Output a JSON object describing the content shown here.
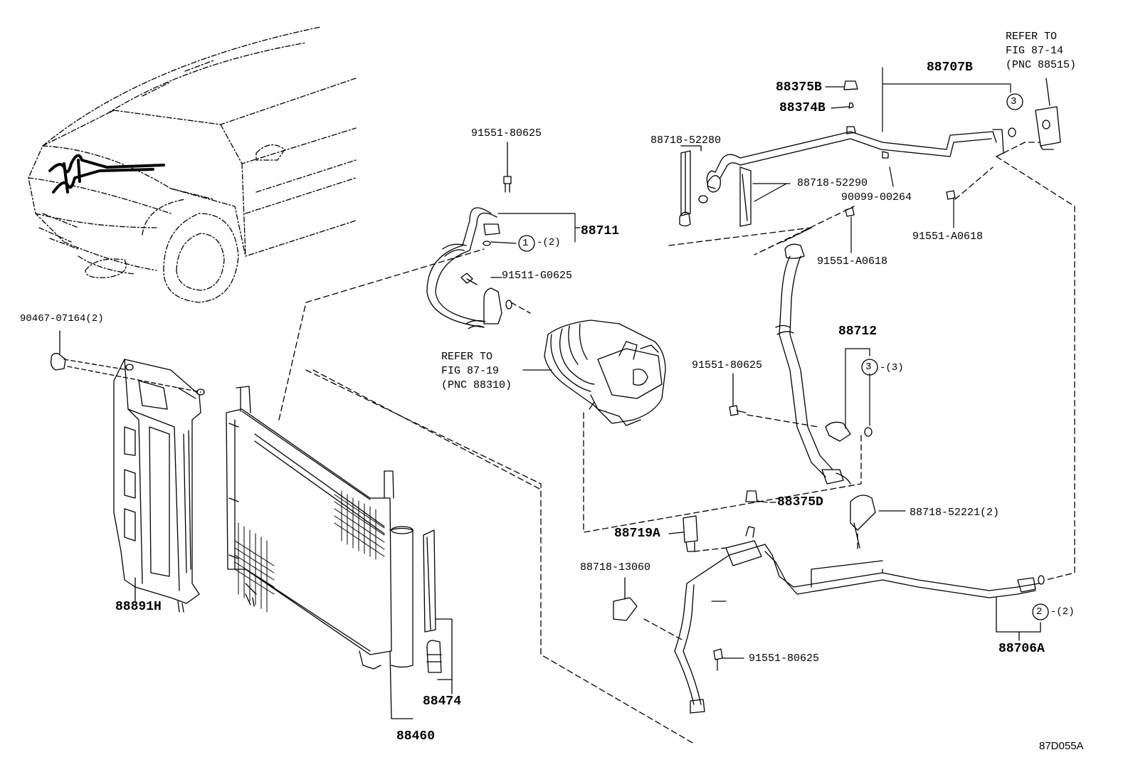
{
  "diagram": {
    "labels": {
      "p90467": "90467-07164(2)",
      "p88891H": "88891H",
      "p88460": "88460",
      "p88474": "88474",
      "p91551_top": "91551-80625",
      "p88711": "88711",
      "p88711_ref": "-(2)",
      "p91511": "91511-G0625",
      "refer1_l1": "REFER TO",
      "refer1_l2": "FIG 87-19",
      "refer1_l3": "(PNC 88310)",
      "p88375B": "88375B",
      "p88374B": "88374B",
      "p88707B": "88707B",
      "refer2_l1": "REFER TO",
      "refer2_l2": "FIG 87-14",
      "refer2_l3": "(PNC 88515)",
      "p88718_52280": "88718-52280",
      "p88718_52290": "88718-52290",
      "p90099": "90099-00264",
      "p91551_A0618_a": "91551-A0618",
      "p91551_A0618_b": "91551-A0618",
      "p88712": "88712",
      "p88712_ref": "-(3)",
      "p91551_mid": "91551-80625",
      "p88375D": "88375D",
      "p88719A": "88719A",
      "p88718_52221": "88718-52221(2)",
      "p88718_13060": "88718-13060",
      "p88706A": "88706A",
      "p88706A_ref": "-(2)",
      "p91551_bot": "91551-80625"
    },
    "circle_refs": {
      "c1": "1",
      "c2": "2",
      "c3a": "3",
      "c3b": "3"
    },
    "figure_id": "87D055A"
  }
}
